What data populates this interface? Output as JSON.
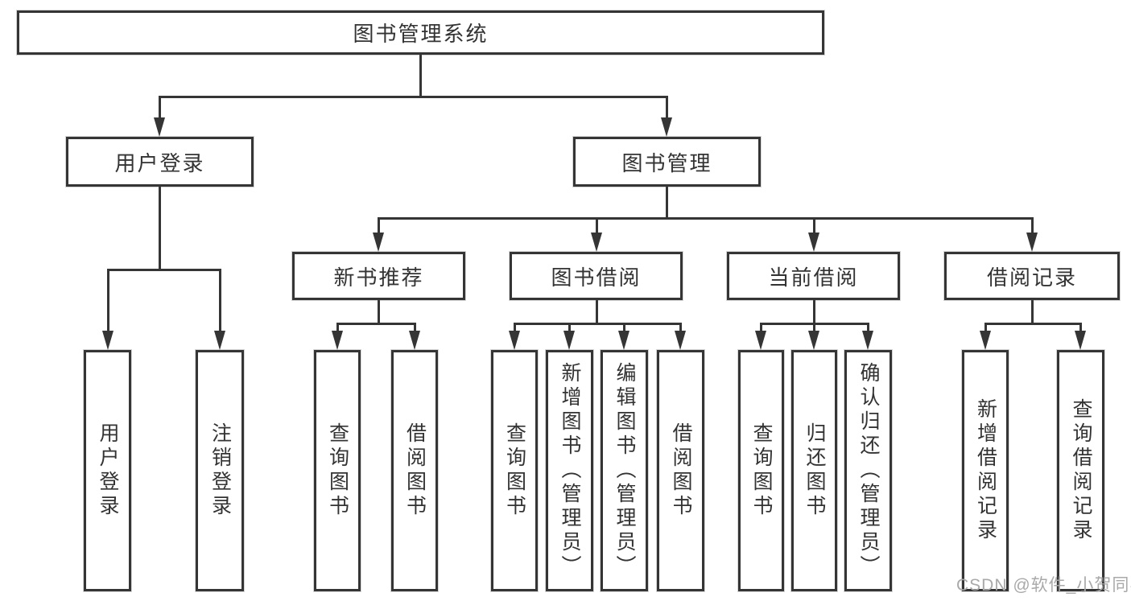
{
  "diagram": {
    "root": {
      "label": "图书管理系统"
    },
    "level2": {
      "user_login": {
        "label": "用户登录"
      },
      "book_management": {
        "label": "图书管理"
      }
    },
    "level3": {
      "new_book_recommendation": {
        "label": "新书推荐"
      },
      "book_borrowing": {
        "label": "图书借阅"
      },
      "current_borrowing": {
        "label": "当前借阅"
      },
      "borrowing_records": {
        "label": "借阅记录"
      }
    },
    "leaves": {
      "user_login": [
        "用户登录",
        "注销登录"
      ],
      "recommend": [
        "查询图书",
        "借阅图书"
      ],
      "borrow": [
        "查询图书",
        "新增图书（管理员）",
        "编辑图书（管理员）",
        "借阅图书"
      ],
      "current": [
        "查询图书",
        "归还图书",
        "确认归还（管理员）"
      ],
      "records": [
        "新增借阅记录",
        "查询借阅记录"
      ]
    }
  },
  "watermark": {
    "text": "CSDN @软件_小贺同学"
  },
  "colors": {
    "line": "#353535",
    "text": "#333333",
    "box_background": "#ffffff",
    "watermark": "#a9a9a9",
    "background": "#ffffff"
  }
}
